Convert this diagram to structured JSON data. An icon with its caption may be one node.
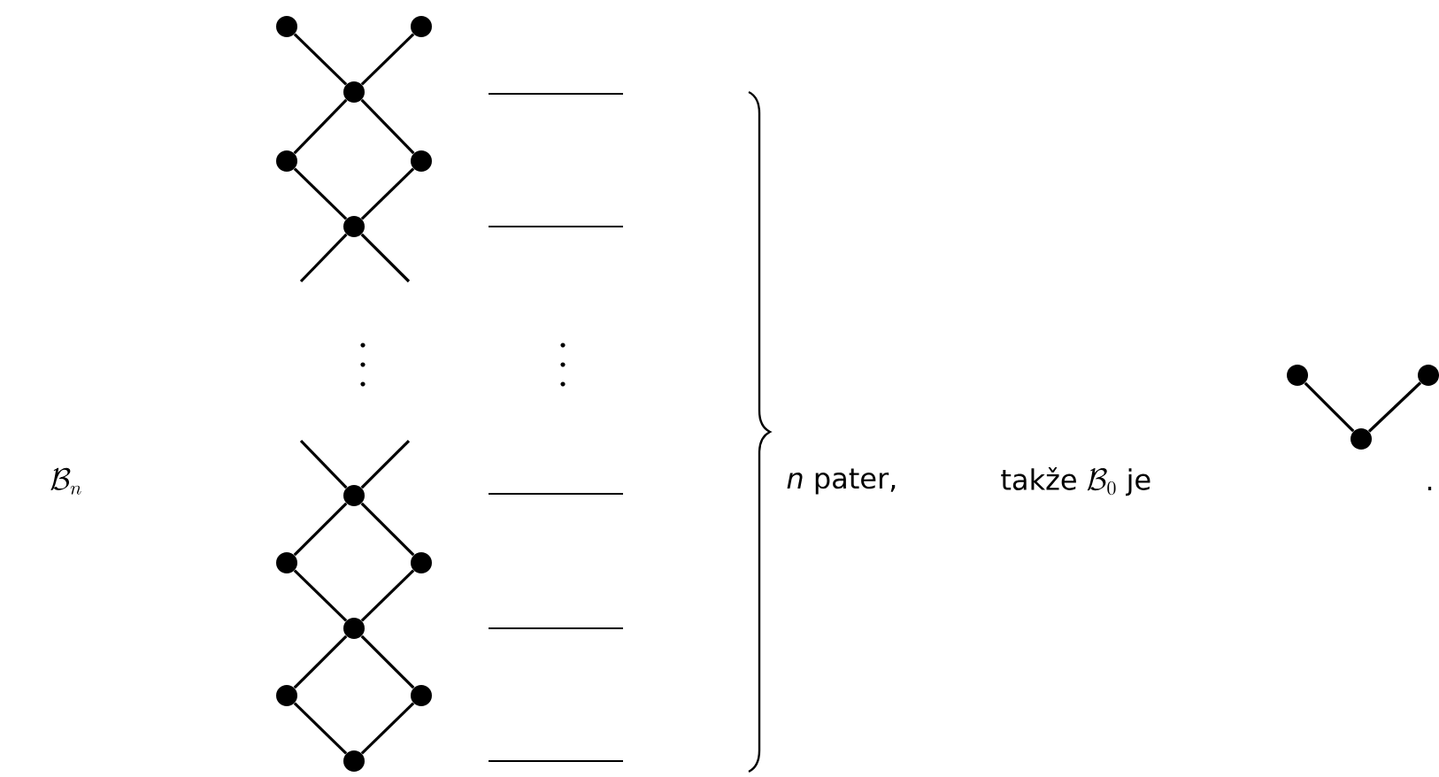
{
  "diagram": {
    "nodes": [
      {
        "text": [],
        "shape": "circle"
      },
      {
        "text": [],
        "shape": "circle"
      },
      {
        "text": [],
        "shape": "circle"
      },
      {
        "text": [],
        "shape": "circle"
      },
      {
        "text": [],
        "shape": "circle"
      },
      {
        "text": [],
        "shape": "circle"
      },
      {
        "text": [],
        "shape": "circle"
      },
      {
        "text": [],
        "shape": "circle"
      },
      {
        "text": [],
        "shape": "circle"
      },
      {
        "text": [],
        "shape": "circle"
      },
      {
        "text": [],
        "shape": "circle"
      },
      {
        "text": [],
        "shape": "circle"
      },
      {
        "text": [],
        "shape": "circle"
      },
      {
        "text": [],
        "shape": "circle"
      },
      {
        "text": [],
        "shape": "circle"
      },
      {
        "text": [],
        "shape": "circle"
      }
    ],
    "edges": [
      {
        "from": 0,
        "to": 2,
        "arrow": "none"
      },
      {
        "from": 1,
        "to": 2,
        "arrow": "none"
      },
      {
        "from": 2,
        "to": 3,
        "arrow": "none"
      },
      {
        "from": 2,
        "to": 4,
        "arrow": "none"
      },
      {
        "from": 3,
        "to": 5,
        "arrow": "none"
      },
      {
        "from": 4,
        "to": 5,
        "arrow": "none"
      },
      {
        "from": 5,
        "to": null,
        "arrow": "none"
      },
      {
        "from": 5,
        "to": null,
        "arrow": "none"
      },
      {
        "from": null,
        "to": 6,
        "arrow": "none"
      },
      {
        "from": null,
        "to": 6,
        "arrow": "none"
      },
      {
        "from": 6,
        "to": 7,
        "arrow": "none"
      },
      {
        "from": 6,
        "to": 8,
        "arrow": "none"
      },
      {
        "from": 7,
        "to": 9,
        "arrow": "none"
      },
      {
        "from": 8,
        "to": 9,
        "arrow": "none"
      },
      {
        "from": 9,
        "to": 10,
        "arrow": "none"
      },
      {
        "from": 9,
        "to": 11,
        "arrow": "none"
      },
      {
        "from": 10,
        "to": 12,
        "arrow": "none"
      },
      {
        "from": 11,
        "to": 12,
        "arrow": "none"
      },
      {
        "from": 13,
        "to": 15,
        "arrow": "none"
      },
      {
        "from": 14,
        "to": 15,
        "arrow": "none"
      }
    ],
    "labels": [
      "\\mathcal{B}_n",
      "*n* pater,",
      "takže",
      "\\mathcal{B}_0",
      "je",
      "."
    ]
  }
}
